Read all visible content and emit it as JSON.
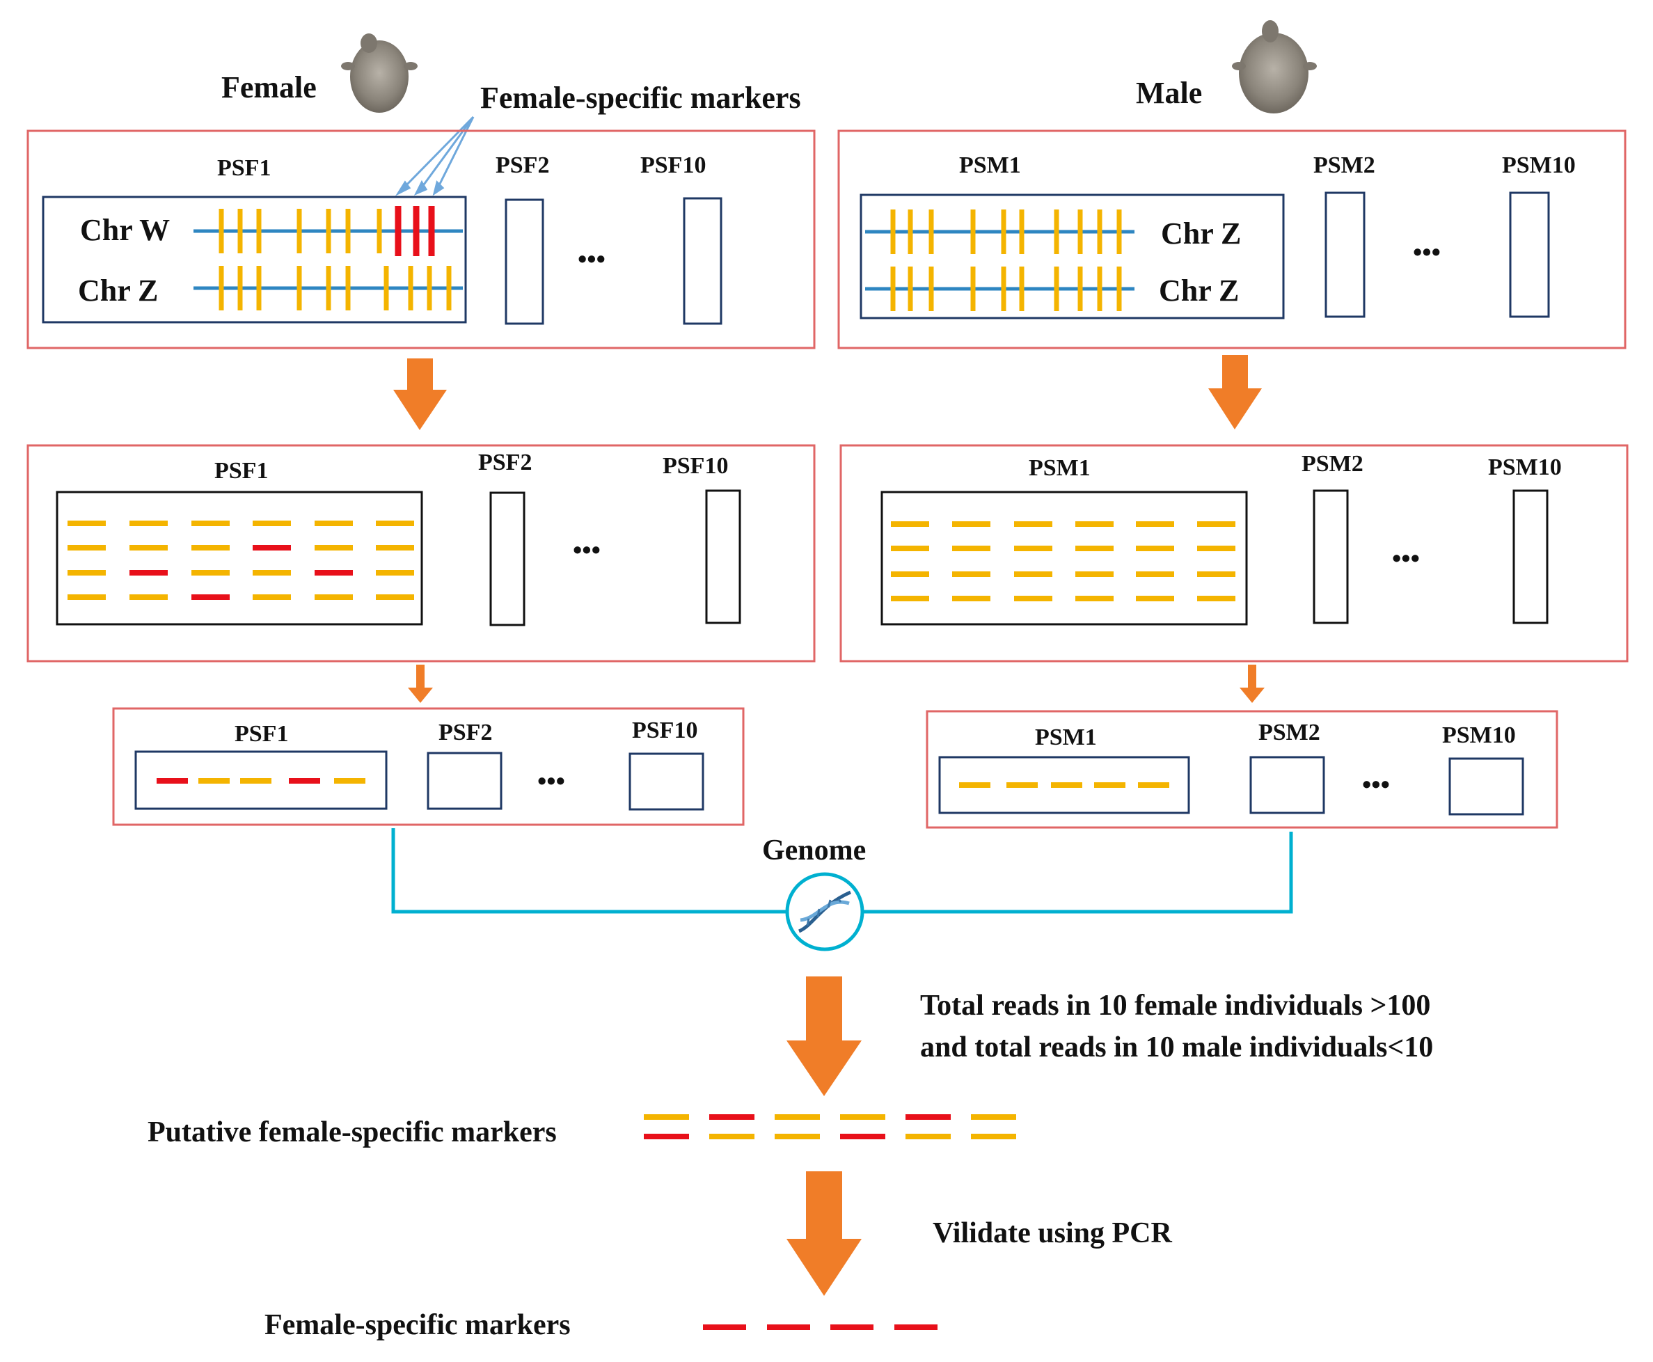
{
  "female": {
    "title": "Female",
    "marker_callout": "Female-specific markers",
    "stage1": {
      "labels": [
        "PSF1",
        "PSF2",
        "PSF10"
      ],
      "chr_top": "Chr W",
      "chr_bottom": "Chr  Z"
    },
    "stage2": {
      "labels": [
        "PSF1",
        "PSF2",
        "PSF10"
      ]
    },
    "stage3": {
      "labels": [
        "PSF1",
        "PSF2",
        "PSF10"
      ]
    }
  },
  "male": {
    "title": "Male",
    "stage1": {
      "labels": [
        "PSM1",
        "PSM2",
        "PSM10"
      ],
      "chr_top": "Chr Z",
      "chr_bottom": "Chr  Z"
    },
    "stage2": {
      "labels": [
        "PSM1",
        "PSM2",
        "PSM10"
      ]
    },
    "stage3": {
      "labels": [
        "PSM1",
        "PSM2",
        "PSM10"
      ]
    }
  },
  "ellipsis": "•••",
  "genome_label": "Genome",
  "filter_text": [
    "Total reads in 10 female individuals >100",
    "and total reads in 10 male individuals<10"
  ],
  "putative_label": "Putative female-specific markers",
  "validate_label": "Vilidate using PCR",
  "final_label": "Female-specific markers",
  "colors": {
    "box_border": "#e06666",
    "inner_border": "#1f3864",
    "chromosome_line": "#2e86c1",
    "marker_common": "#f4b400",
    "marker_specific": "#e8101a",
    "arrow": "#f07d28",
    "genome_connector": "#00b0d0"
  },
  "icons": [
    "turtle-icon",
    "dna-icon"
  ]
}
